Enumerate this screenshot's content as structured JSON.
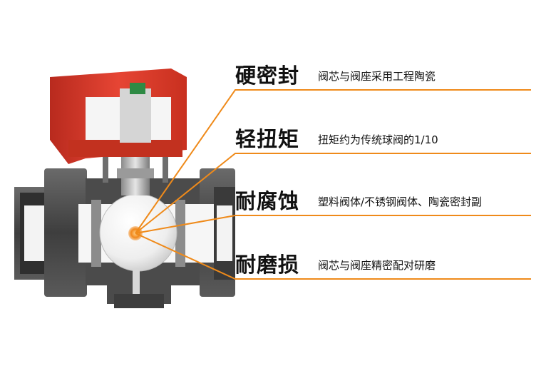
{
  "features": [
    {
      "title": "硬密封",
      "desc": "阀芯与阀座采用工程陶瓷"
    },
    {
      "title": "轻扭矩",
      "desc": "扭矩约为传统球阀的1/10"
    },
    {
      "title": "耐腐蚀",
      "desc": "塑料阀体/不锈钢阀体、陶瓷密封副"
    },
    {
      "title": "耐磨损",
      "desc": "阀芯与阀座精密配对研磨"
    }
  ],
  "colors": {
    "actuator_red": "#d93a2b",
    "body_gray": "#4a4a4a",
    "callout_orange": "#ef8a1a",
    "ball_white": "#f4f4f4"
  }
}
